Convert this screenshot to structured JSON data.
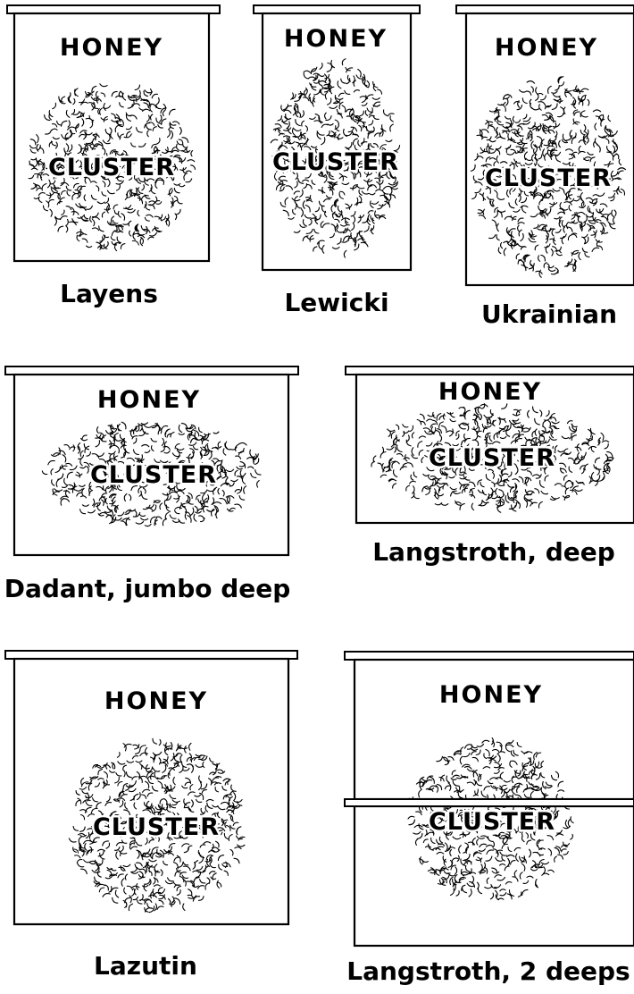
{
  "frames": [
    {
      "id": "layens",
      "honey": "HONEY",
      "cluster": "CLUSTER",
      "caption": "Layens"
    },
    {
      "id": "lewicki",
      "honey": "HONEY",
      "cluster": "CLUSTER",
      "caption": "Lewicki"
    },
    {
      "id": "ukrainian",
      "honey": "HONEY",
      "cluster": "CLUSTER",
      "caption": "Ukrainian"
    },
    {
      "id": "dadant-jumbo-deep",
      "honey": "HONEY",
      "cluster": "CLUSTER",
      "caption": "Dadant, jumbo deep"
    },
    {
      "id": "langstroth-deep",
      "honey": "HONEY",
      "cluster": "CLUSTER",
      "caption": "Langstroth, deep"
    },
    {
      "id": "lazutin",
      "honey": "HONEY",
      "cluster": "CLUSTER",
      "caption": "Lazutin"
    },
    {
      "id": "langstroth-2-deeps",
      "honey": "HONEY",
      "cluster": "CLUSTER",
      "caption": "Langstroth, 2 deeps"
    }
  ]
}
